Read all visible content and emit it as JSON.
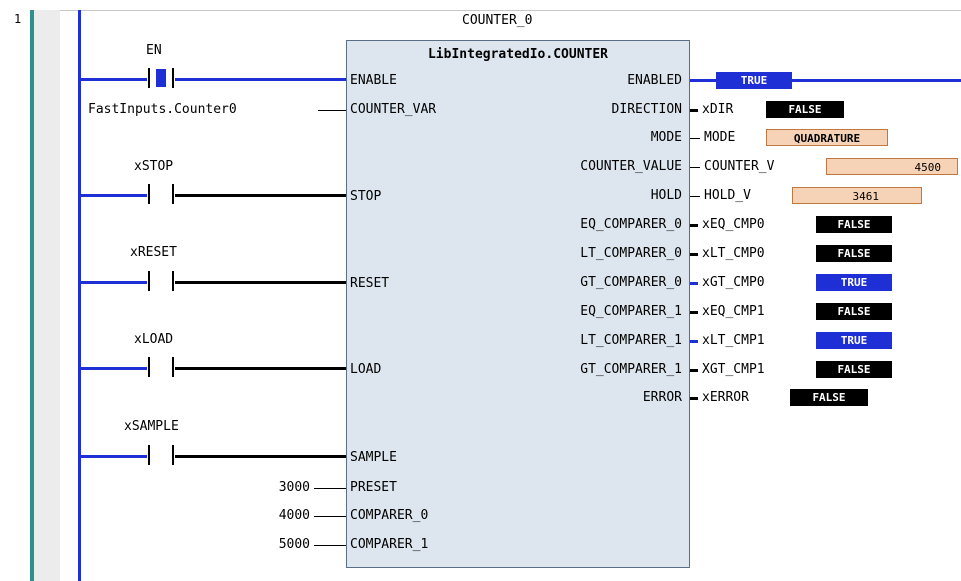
{
  "rung": {
    "number": "1"
  },
  "instance_name": "COUNTER_0",
  "block_type": "LibIntegratedIo.COUNTER",
  "contacts": {
    "en": "EN",
    "stop": "xSTOP",
    "reset": "xRESET",
    "load": "xLOAD",
    "sample": "xSAMPLE"
  },
  "inputs": {
    "enable": "ENABLE",
    "counter_var": "COUNTER_VAR",
    "counter_var_source": "FastInputs.Counter0",
    "stop": "STOP",
    "reset": "RESET",
    "load": "LOAD",
    "sample": "SAMPLE",
    "preset": "PRESET",
    "preset_value": "3000",
    "comparer_0": "COMPARER_0",
    "comparer_0_value": "4000",
    "comparer_1": "COMPARER_1",
    "comparer_1_value": "5000"
  },
  "outputs": [
    {
      "pin": "ENABLED",
      "var": "",
      "value": "TRUE",
      "state": "true"
    },
    {
      "pin": "DIRECTION",
      "var": "xDIR",
      "value": "FALSE",
      "state": "false"
    },
    {
      "pin": "MODE",
      "var": "MODE",
      "value": "QUADRATURE",
      "state": "num"
    },
    {
      "pin": "COUNTER_VALUE",
      "var": "COUNTER_V",
      "value": "4500",
      "state": "num"
    },
    {
      "pin": "HOLD",
      "var": "HOLD_V",
      "value": "3461",
      "state": "num"
    },
    {
      "pin": "EQ_COMPARER_0",
      "var": "xEQ_CMP0",
      "value": "FALSE",
      "state": "false"
    },
    {
      "pin": "LT_COMPARER_0",
      "var": "xLT_CMP0",
      "value": "FALSE",
      "state": "false"
    },
    {
      "pin": "GT_COMPARER_0",
      "var": "xGT_CMP0",
      "value": "TRUE",
      "state": "true"
    },
    {
      "pin": "EQ_COMPARER_1",
      "var": "xEQ_CMP1",
      "value": "FALSE",
      "state": "false"
    },
    {
      "pin": "LT_COMPARER_1",
      "var": "xLT_CMP1",
      "value": "TRUE",
      "state": "true"
    },
    {
      "pin": "GT_COMPARER_1",
      "var": "XGT_CMP1",
      "value": "FALSE",
      "state": "false"
    },
    {
      "pin": "ERROR",
      "var": "xERROR",
      "value": "FALSE",
      "state": "false"
    }
  ],
  "colors": {
    "active": "#1f2fd6",
    "inactive": "#000000",
    "value_bg": "#f6d3b7",
    "block_bg": "#dde6ef"
  }
}
